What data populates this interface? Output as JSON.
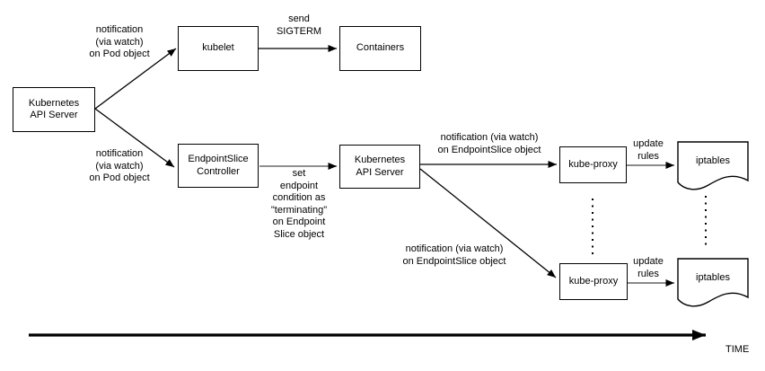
{
  "colors": {
    "line": "#000000",
    "soft_line": "#8f8f8f",
    "background": "#ffffff",
    "border": "#000000"
  },
  "nodes": {
    "api_server_left": "Kubernetes\nAPI Server",
    "kubelet": "kubelet",
    "containers": "Containers",
    "endpointslice_controller": "EndpointSlice\nController",
    "api_server_mid": "Kubernetes\nAPI Server",
    "kube_proxy_top": "kube-proxy",
    "kube_proxy_bottom": "kube-proxy",
    "iptables_top": "iptables",
    "iptables_bottom": "iptables"
  },
  "edge_labels": {
    "notify_pod_top": "notification\n(via watch)\non Pod object",
    "notify_pod_bottom": "notification\n(via watch)\non Pod object",
    "send_sigterm": "send\nSIGTERM",
    "set_endpoint_condition": "set\nendpoint\ncondition as\n\"terminating\"\non Endpoint\nSlice object",
    "notify_endpointslice_top": "notification (via watch)\non EndpointSlice object",
    "notify_endpointslice_bottom": "notification (via watch)\non EndpointSlice object",
    "update_rules_top": "update\nrules",
    "update_rules_bottom": "update\nrules"
  },
  "axis": {
    "time_label": "TIME"
  }
}
